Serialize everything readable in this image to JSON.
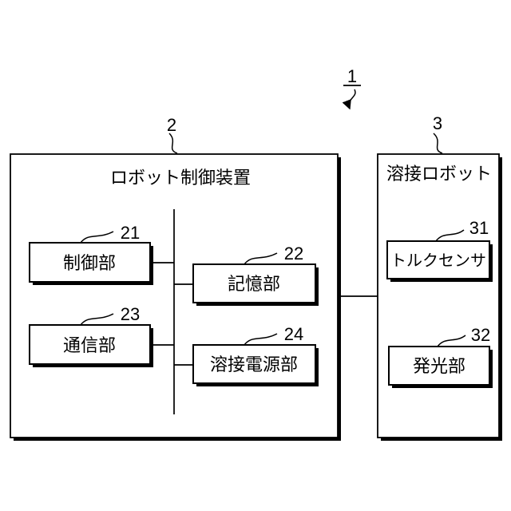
{
  "figure": {
    "reference": {
      "label": "1"
    },
    "groups": [
      {
        "ref": "2",
        "title": "ロボット制御装置",
        "blocks": [
          {
            "ref": "21",
            "label": "制御部"
          },
          {
            "ref": "22",
            "label": "記憶部"
          },
          {
            "ref": "23",
            "label": "通信部"
          },
          {
            "ref": "24",
            "label": "溶接電源部"
          }
        ]
      },
      {
        "ref": "3",
        "title": "溶接ロボット",
        "blocks": [
          {
            "ref": "31",
            "label": "トルクセンサ"
          },
          {
            "ref": "32",
            "label": "発光部"
          }
        ]
      }
    ],
    "colors": {
      "line": "#000000",
      "text": "#000000",
      "box_fill": "#ffffff",
      "background": "#ffffff"
    }
  }
}
